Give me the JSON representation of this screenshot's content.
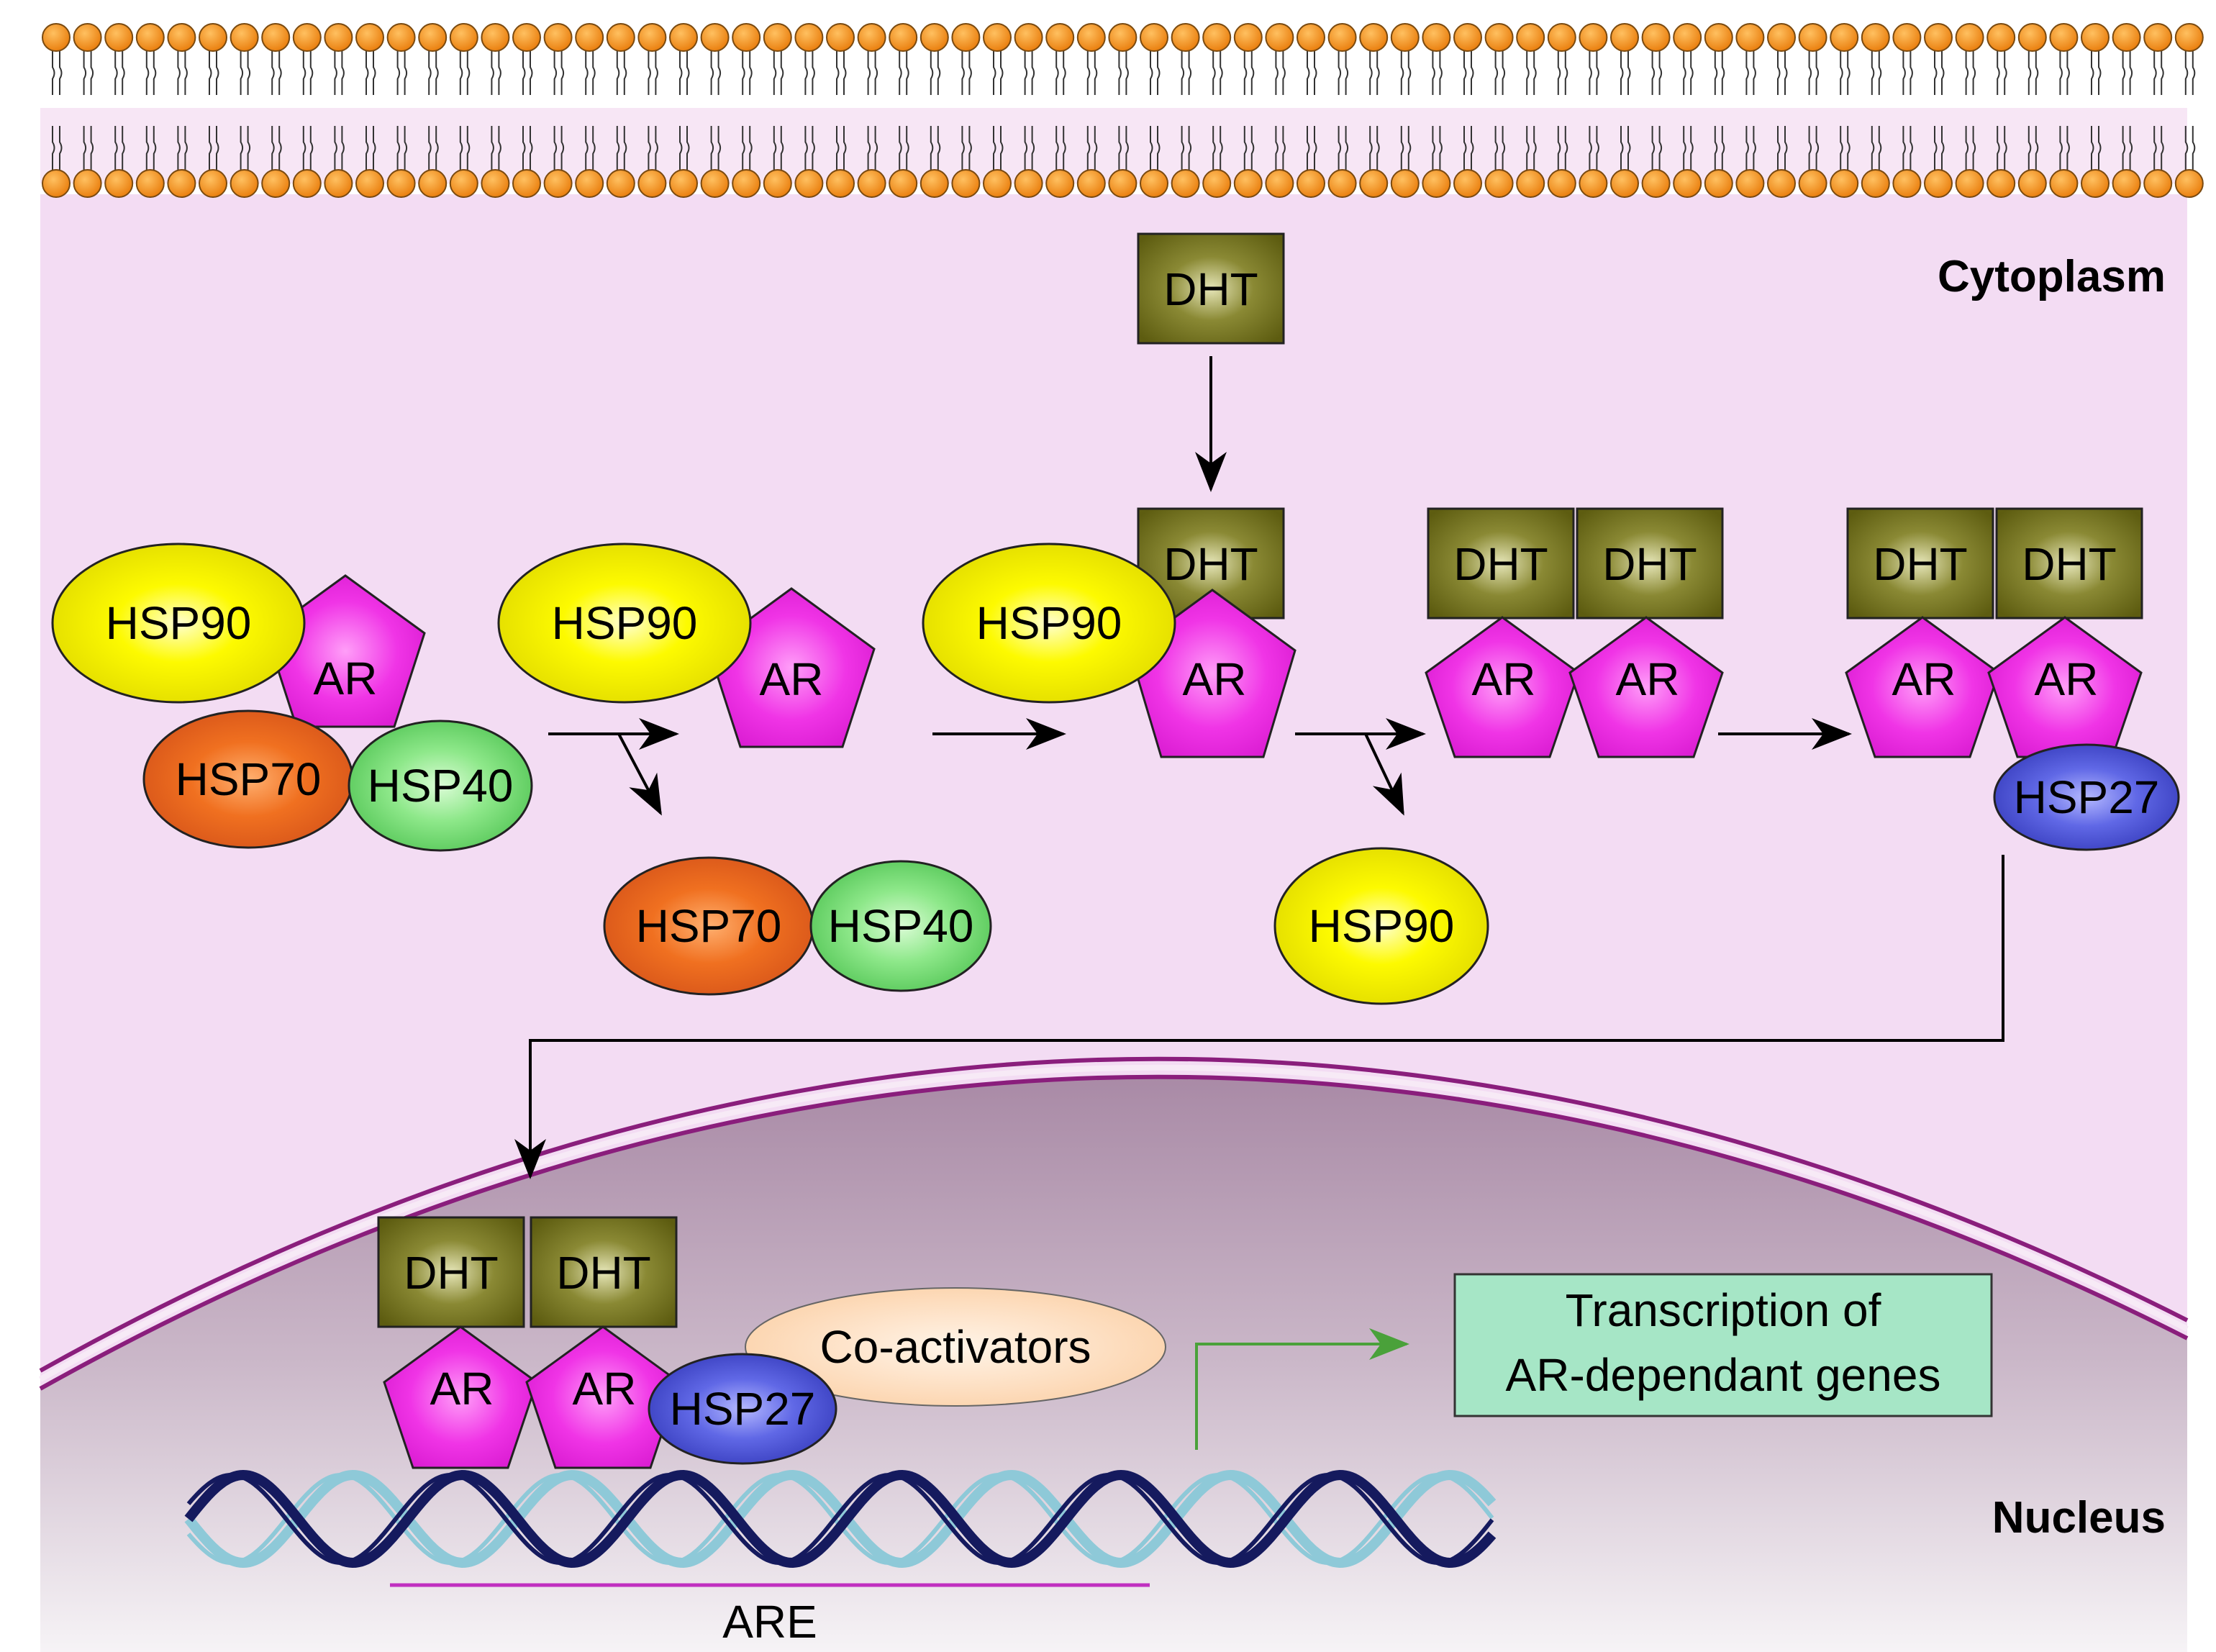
{
  "regions": {
    "cytoplasm": "Cytoplasm",
    "nucleus": "Nucleus"
  },
  "molecules": {
    "hsp90": "HSP90",
    "hsp70": "HSP70",
    "hsp40": "HSP40",
    "hsp27": "HSP27",
    "ar": "AR",
    "dht": "DHT",
    "coactivators": "Co-activators"
  },
  "labels": {
    "are": "ARE",
    "transcription_line1": "Transcription of",
    "transcription_line2": "AR-dependant genes"
  },
  "colors": {
    "membrane_head": "#f0921c",
    "membrane_bg": "#f7e6f5",
    "cytoplasm": "#f3dcf3",
    "nucleus_top": "#ad90aa",
    "nucleus_bottom": "#f4f1f4",
    "nuclear_envelope": "#8a1e7c",
    "hsp90": "#fdfa00",
    "hsp70": "#f07020",
    "hsp40": "#8ee88a",
    "hsp27": "#5a62e0",
    "ar": "#f034e6",
    "dht": "#6b6a14",
    "coactivators": "#fcd9b8",
    "transcription_box": "#a6e6c6",
    "dna_strand_dark": "#151a5e",
    "dna_strand_light": "#8ec9d8",
    "are_line": "#c030c0",
    "transcription_arrow": "#4aa13a"
  }
}
